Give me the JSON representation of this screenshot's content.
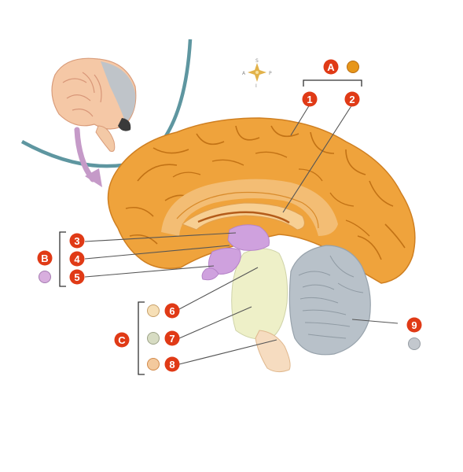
{
  "compass": {
    "top": "S",
    "left": "A",
    "right": "P",
    "bottom": "I"
  },
  "groups": [
    {
      "id": "A",
      "swatch": "#e7961a"
    },
    {
      "id": "B",
      "swatch": "#d8aede"
    },
    {
      "id": "C"
    }
  ],
  "labels": [
    "1",
    "2",
    "3",
    "4",
    "5",
    "6",
    "7",
    "8",
    "9"
  ],
  "swatches": {
    "label6": "#f6dfb6",
    "label7": "#d7dcc3",
    "label8": "#f3c99d",
    "label9": "#c3c8ce"
  },
  "colors": {
    "badge": "#e03a16",
    "cortex": "#efa33c",
    "cortex_dark": "#cf7f21",
    "inner_layer": "#f3bd74",
    "purple_structures": "#cfa1de",
    "midbrain_pons": "#eef0c8",
    "medulla": "#f6dcc0",
    "cerebellum": "#b8c1c9",
    "orbit_line": "#5e96a0",
    "arrow": "#c59ac8"
  }
}
